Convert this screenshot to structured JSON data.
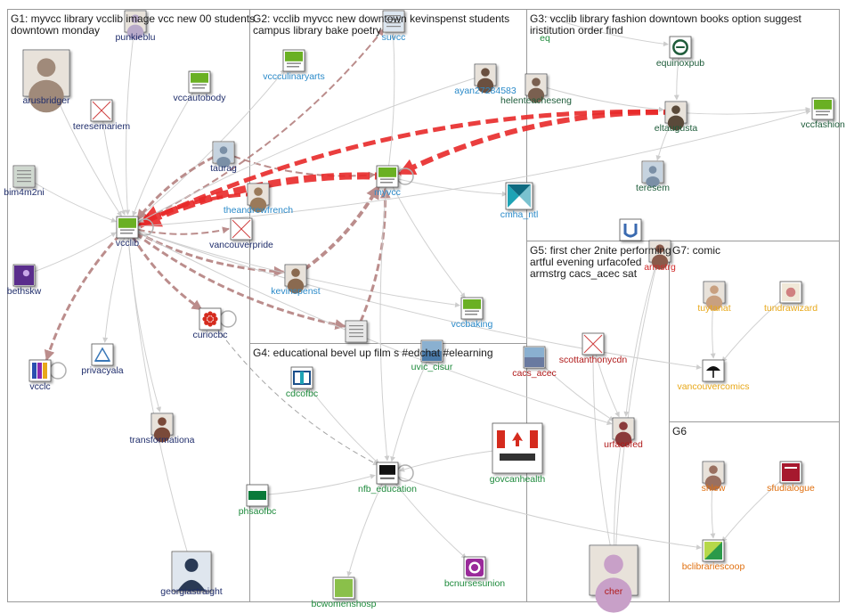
{
  "graph": {
    "groups": [
      {
        "id": "G1",
        "title_lines": [
          "G1: myvcc library vcclib image vcc new 00 students",
          "downtown monday"
        ]
      },
      {
        "id": "G2",
        "title_lines": [
          "G2: vcclib myvcc new downtown kevinspenst students",
          "campus library bake poetry"
        ]
      },
      {
        "id": "G3",
        "title_lines": [
          "G3: vcclib library fashion downtown books option suggest",
          "iristitution order find"
        ]
      },
      {
        "id": "G4",
        "title_lines": [
          "G4: educational bevel up film s #edchat #elearning"
        ]
      },
      {
        "id": "G5",
        "title_lines": [
          "G5: first cher 2nite performing",
          "artful evening urfacofed",
          "armstrg cacs_acec sat"
        ]
      },
      {
        "id": "G6",
        "title_lines": [
          "G6"
        ]
      },
      {
        "id": "G7",
        "title_lines": [
          "G7: comic"
        ]
      }
    ],
    "nodes": [
      {
        "id": "arusbridger",
        "label": "arusbridger",
        "color": "#1f2d6b",
        "icon": "photo-person",
        "iconColor": "#a08a7a",
        "size": "big"
      },
      {
        "id": "punkieblu",
        "label": "punkieblu",
        "color": "#1f2d6b",
        "icon": "photo-person",
        "iconColor": "#b8a9c9",
        "size": "small"
      },
      {
        "id": "vccautobody",
        "label": "vccautobody",
        "color": "#1f2d6b",
        "icon": "vcc-logo",
        "iconColor": "#6ab023",
        "size": "small"
      },
      {
        "id": "teresemariem",
        "label": "teresemariem",
        "color": "#1f2d6b",
        "icon": "broken-image",
        "iconColor": "#d04040",
        "size": "small"
      },
      {
        "id": "taurag",
        "label": "taurag",
        "color": "#1f2d6b",
        "icon": "default-avatar",
        "iconColor": "#7a8fa6",
        "size": "small"
      },
      {
        "id": "bim4m2ni",
        "label": "bim4m2ni",
        "color": "#1f2d6b",
        "icon": "document-thumb",
        "iconColor": "#cfd8cf",
        "size": "small"
      },
      {
        "id": "vcclib",
        "label": "vcclib",
        "color": "#1f2d6b",
        "icon": "vcc-logo",
        "iconColor": "#6ab023",
        "size": "small"
      },
      {
        "id": "vancouverpride",
        "label": "vancouverpride",
        "color": "#1f2d6b",
        "icon": "broken-image",
        "iconColor": "#d04040",
        "size": "small"
      },
      {
        "id": "bethskw",
        "label": "bethskw",
        "color": "#1f2d6b",
        "icon": "purple-square",
        "iconColor": "#5a2d8c",
        "size": "small"
      },
      {
        "id": "curiocbc",
        "label": "curiocbc",
        "color": "#1f2d6b",
        "icon": "cbc-logo",
        "iconColor": "#d52b1e",
        "size": "small"
      },
      {
        "id": "vcclc",
        "label": "vcclc",
        "color": "#1f2d6b",
        "icon": "vcclc-logo",
        "iconColor": "#2a4fb0",
        "size": "small"
      },
      {
        "id": "privacyala",
        "label": "privacyala",
        "color": "#1f2d6b",
        "icon": "building-logo",
        "iconColor": "#3a78b8",
        "size": "small"
      },
      {
        "id": "transformationa",
        "label": "transformationa",
        "color": "#1f2d6b",
        "icon": "photo-person",
        "iconColor": "#7a4a3a",
        "size": "small"
      },
      {
        "id": "georgiastraight",
        "label": "georgiastraight",
        "color": "#1f2d6b",
        "icon": "illustration",
        "iconColor": "#2a3a55",
        "size": "big"
      },
      {
        "id": "suvcc",
        "label": "suvcc",
        "color": "#2a8ac9",
        "icon": "document-thumb",
        "iconColor": "#dce6f0",
        "size": "small"
      },
      {
        "id": "vccculinaryarts",
        "label": "vccculinaryarts",
        "color": "#2a8ac9",
        "icon": "vcc-logo",
        "iconColor": "#6ab023",
        "size": "small"
      },
      {
        "id": "theandrewfrench",
        "label": "theandrewfrench",
        "color": "#2a8ac9",
        "icon": "photo-person",
        "iconColor": "#9a7a5a",
        "size": "small"
      },
      {
        "id": "myvcc",
        "label": "myvcc",
        "color": "#2a8ac9",
        "icon": "vcc-logo",
        "iconColor": "#6ab023",
        "size": "small"
      },
      {
        "id": "kevinspenst",
        "label": "kevinspenst",
        "color": "#2a8ac9",
        "icon": "photo-person",
        "iconColor": "#8a6a50",
        "size": "small"
      },
      {
        "id": "cmha_ntl",
        "label": "cmha_ntl",
        "color": "#2a8ac9",
        "icon": "cmha-logo",
        "iconColor": "#1ea3b5",
        "size": "big"
      },
      {
        "id": "vccbaking",
        "label": "vccbaking",
        "color": "#2a8ac9",
        "icon": "vcc-logo",
        "iconColor": "#6ab023",
        "size": "small"
      },
      {
        "id": "vccarts",
        "label": "",
        "color": "#2a8ac9",
        "icon": "document-thumb",
        "iconColor": "#e8e8e8",
        "size": "small"
      },
      {
        "id": "ayan27284583",
        "label": "ayan27284583",
        "color": "#2a8ac9",
        "icon": "photo-person",
        "iconColor": "#6a5040",
        "size": "small"
      },
      {
        "id": "eq",
        "label": "eq",
        "color": "#1e8a3c",
        "icon": "none",
        "iconColor": "#ffffff",
        "size": "small"
      },
      {
        "id": "equinoxpub",
        "label": "equinoxpub",
        "color": "#1e5c3a",
        "icon": "equinox-logo",
        "iconColor": "#1f5c3a",
        "size": "small"
      },
      {
        "id": "helenteacheseng",
        "label": "helenteacheseng",
        "color": "#1e5c3a",
        "icon": "photo-person",
        "iconColor": "#7a6050",
        "size": "small"
      },
      {
        "id": "eltaugusta",
        "label": "eltaugusta",
        "color": "#1e5c3a",
        "icon": "photo-person",
        "iconColor": "#5a4a3a",
        "size": "small"
      },
      {
        "id": "vccfashion",
        "label": "vccfashion",
        "color": "#1e5c3a",
        "icon": "vcc-logo",
        "iconColor": "#6ab023",
        "size": "small"
      },
      {
        "id": "teresem",
        "label": "teresem",
        "color": "#1e5c3a",
        "icon": "default-avatar",
        "iconColor": "#7a8fa6",
        "size": "small"
      },
      {
        "id": "unknown_g3",
        "label": "",
        "color": "#1e5c3a",
        "icon": "u-logo",
        "iconColor": "#3a6ab0",
        "size": "small"
      },
      {
        "id": "cdcofbc",
        "label": "cdcofbc",
        "color": "#1e8a3c",
        "icon": "cdc-logo",
        "iconColor": "#1b4f8a",
        "size": "small"
      },
      {
        "id": "uvic_cisur",
        "label": "uvic_cisur",
        "color": "#1e8a3c",
        "icon": "photo-landscape",
        "iconColor": "#4a7aa8",
        "size": "small"
      },
      {
        "id": "govcanhealth",
        "label": "govcanhealth",
        "color": "#1e8a3c",
        "icon": "canada-flag",
        "iconColor": "#d52b1e",
        "size": "big"
      },
      {
        "id": "nfb_education",
        "label": "nfb_education",
        "color": "#1e8a3c",
        "icon": "nfb-logo",
        "iconColor": "#111111",
        "size": "small"
      },
      {
        "id": "phsaofbc",
        "label": "phsaofbc",
        "color": "#1e8a3c",
        "icon": "phsa-logo",
        "iconColor": "#0a7a3a",
        "size": "small"
      },
      {
        "id": "bcwomenshosp",
        "label": "bcwomenshosp",
        "color": "#1e8a3c",
        "icon": "green-square",
        "iconColor": "#8ac04a",
        "size": "small"
      },
      {
        "id": "bcnursesunion",
        "label": "bcnursesunion",
        "color": "#1e8a3c",
        "icon": "bcnu-logo",
        "iconColor": "#9a2a9a",
        "size": "small"
      },
      {
        "id": "armstrg",
        "label": "armstrg",
        "color": "#d02a2a",
        "icon": "photo-person",
        "iconColor": "#8a5a4a",
        "size": "small"
      },
      {
        "id": "cacs_acec",
        "label": "cacs_acec",
        "color": "#b01a1a",
        "icon": "photo-landscape",
        "iconColor": "#6a7aa0",
        "size": "small"
      },
      {
        "id": "scottanthonycdn",
        "label": "scottanthonycdn",
        "color": "#b01a1a",
        "icon": "broken-image",
        "iconColor": "#d04040",
        "size": "small"
      },
      {
        "id": "urfacofed",
        "label": "urfacofed",
        "color": "#b01a1a",
        "icon": "photo-person",
        "iconColor": "#8a3a3a",
        "size": "small"
      },
      {
        "id": "cher",
        "label": "cher",
        "color": "#b01a1a",
        "icon": "photo-person",
        "iconColor": "#c8a0c8",
        "size": "big"
      },
      {
        "id": "tuytanat",
        "label": "tuytanat",
        "color": "#e8a81a",
        "icon": "photo-person",
        "iconColor": "#c8a080",
        "size": "small"
      },
      {
        "id": "tundrawizard",
        "label": "tundrawizard",
        "color": "#e8a81a",
        "icon": "comic-thumb",
        "iconColor": "#d08080",
        "size": "small"
      },
      {
        "id": "vancouvercomics",
        "label": "vancouvercomics",
        "color": "#e8a81a",
        "icon": "umbrella-logo",
        "iconColor": "#111111",
        "size": "small"
      },
      {
        "id": "shlew",
        "label": "shlew",
        "color": "#e07010",
        "icon": "photo-person",
        "iconColor": "#9a7060",
        "size": "small"
      },
      {
        "id": "sfudialogue",
        "label": "sfudialogue",
        "color": "#e07010",
        "icon": "sfu-logo",
        "iconColor": "#a6192e",
        "size": "small"
      },
      {
        "id": "bclibrariescoop",
        "label": "bclibrariescoop",
        "color": "#e07010",
        "icon": "green-gradient",
        "iconColor": "#2a9a4a",
        "size": "small"
      }
    ],
    "edges": [
      {
        "from": "arusbridger",
        "to": "vcclib",
        "style": "grey",
        "width": 1
      },
      {
        "from": "punkieblu",
        "to": "vcclib",
        "style": "grey",
        "width": 1
      },
      {
        "from": "vccautobody",
        "to": "vcclib",
        "style": "grey",
        "width": 1
      },
      {
        "from": "teresemariem",
        "to": "vcclib",
        "style": "grey",
        "width": 1
      },
      {
        "from": "bim4m2ni",
        "to": "vcclib",
        "style": "grey",
        "width": 1
      },
      {
        "from": "bethskw",
        "to": "vcclib",
        "style": "grey",
        "width": 1
      },
      {
        "from": "vcclib",
        "to": "privacyala",
        "style": "grey",
        "width": 1
      },
      {
        "from": "vcclib",
        "to": "transformationa",
        "style": "grey",
        "width": 1
      },
      {
        "from": "vcclib",
        "to": "georgiastraight",
        "style": "grey",
        "width": 1
      },
      {
        "from": "vcclib",
        "to": "vcclc",
        "style": "dashed",
        "width": 3
      },
      {
        "from": "vcclib",
        "to": "curiocbc",
        "style": "dashed",
        "width": 3
      },
      {
        "from": "vcclib",
        "to": "vancouverpride",
        "style": "dashed",
        "width": 2
      },
      {
        "from": "vcclib",
        "to": "kevinspenst",
        "style": "dashed",
        "width": 3
      },
      {
        "from": "vcclib",
        "to": "vccarts",
        "style": "dashed",
        "width": 3
      },
      {
        "from": "vcclib",
        "to": "suvcc",
        "style": "dashed",
        "width": 2
      },
      {
        "from": "vcclib",
        "to": "vccculinaryarts",
        "style": "grey",
        "width": 1
      },
      {
        "from": "vcclib",
        "to": "vccbaking",
        "style": "grey",
        "width": 1
      },
      {
        "from": "vcclib",
        "to": "vancouvercomics",
        "style": "grey",
        "width": 1
      },
      {
        "from": "vcclib",
        "to": "urfacofed",
        "style": "grey",
        "width": 1
      },
      {
        "from": "taurag",
        "to": "vcclib",
        "style": "dashed",
        "width": 3
      },
      {
        "from": "taurag",
        "to": "myvcc",
        "style": "dashed",
        "width": 2
      },
      {
        "from": "theandrewfrench",
        "to": "vcclib",
        "style": "dashed-red",
        "width": 4
      },
      {
        "from": "myvcc",
        "to": "vcclib",
        "style": "dashed-red",
        "width": 8
      },
      {
        "from": "eltaugusta",
        "to": "vcclib",
        "style": "dashed-red",
        "width": 5
      },
      {
        "from": "eltaugusta",
        "to": "myvcc",
        "style": "dashed-red",
        "width": 6
      },
      {
        "from": "kevinspenst",
        "to": "myvcc",
        "style": "dashed",
        "width": 4
      },
      {
        "from": "vccarts",
        "to": "myvcc",
        "style": "dashed",
        "width": 3
      },
      {
        "from": "myvcc",
        "to": "cmha_ntl",
        "style": "grey",
        "width": 1
      },
      {
        "from": "myvcc",
        "to": "vccbaking",
        "style": "grey",
        "width": 1
      },
      {
        "from": "myvcc",
        "to": "suvcc",
        "style": "grey",
        "width": 1
      },
      {
        "from": "myvcc",
        "to": "nfb_education",
        "style": "grey",
        "width": 1
      },
      {
        "from": "curiocbc",
        "to": "nfb_education",
        "style": "dashed-grey",
        "width": 1
      },
      {
        "from": "vcclib",
        "to": "vccfashion",
        "style": "grey",
        "width": 1
      },
      {
        "from": "helenteacheseng",
        "to": "eltaugusta",
        "style": "grey",
        "width": 1
      },
      {
        "from": "equinoxpub",
        "to": "eltaugusta",
        "style": "grey",
        "width": 1
      },
      {
        "from": "eltaugusta",
        "to": "vccfashion",
        "style": "grey",
        "width": 1
      },
      {
        "from": "eltaugusta",
        "to": "teresem",
        "style": "grey",
        "width": 1
      },
      {
        "from": "ayan27284583",
        "to": "vcclib",
        "style": "grey",
        "width": 1
      },
      {
        "from": "eq",
        "to": "equinoxpub",
        "style": "grey",
        "width": 1
      },
      {
        "from": "cdcofbc",
        "to": "nfb_education",
        "style": "grey",
        "width": 1
      },
      {
        "from": "uvic_cisur",
        "to": "nfb_education",
        "style": "grey",
        "width": 1
      },
      {
        "from": "govcanhealth",
        "to": "nfb_education",
        "style": "grey",
        "width": 1
      },
      {
        "from": "phsaofbc",
        "to": "nfb_education",
        "style": "grey",
        "width": 1
      },
      {
        "from": "nfb_education",
        "to": "bcwomenshosp",
        "style": "grey",
        "width": 1
      },
      {
        "from": "nfb_education",
        "to": "bcnursesunion",
        "style": "grey",
        "width": 1
      },
      {
        "from": "armstrg",
        "to": "urfacofed",
        "style": "grey",
        "width": 1
      },
      {
        "from": "cacs_acec",
        "to": "urfacofed",
        "style": "grey",
        "width": 1
      },
      {
        "from": "scottanthonycdn",
        "to": "urfacofed",
        "style": "grey",
        "width": 1
      },
      {
        "from": "scottanthonycdn",
        "to": "cher",
        "style": "grey",
        "width": 1
      },
      {
        "from": "urfacofed",
        "to": "cher",
        "style": "grey",
        "width": 1
      },
      {
        "from": "armstrg",
        "to": "cher",
        "style": "grey",
        "width": 1
      },
      {
        "from": "tuytanat",
        "to": "vancouvercomics",
        "style": "grey",
        "width": 1
      },
      {
        "from": "tundrawizard",
        "to": "vancouvercomics",
        "style": "grey",
        "width": 1
      },
      {
        "from": "shlew",
        "to": "bclibrariescoop",
        "style": "grey",
        "width": 1
      },
      {
        "from": "sfudialogue",
        "to": "bclibrariescoop",
        "style": "grey",
        "width": 1
      },
      {
        "from": "nfb_education",
        "to": "bclibrariescoop",
        "style": "grey",
        "width": 1
      }
    ],
    "selfloops": [
      "vcclib",
      "myvcc",
      "nfb_education",
      "curiocbc",
      "vcclc"
    ]
  }
}
